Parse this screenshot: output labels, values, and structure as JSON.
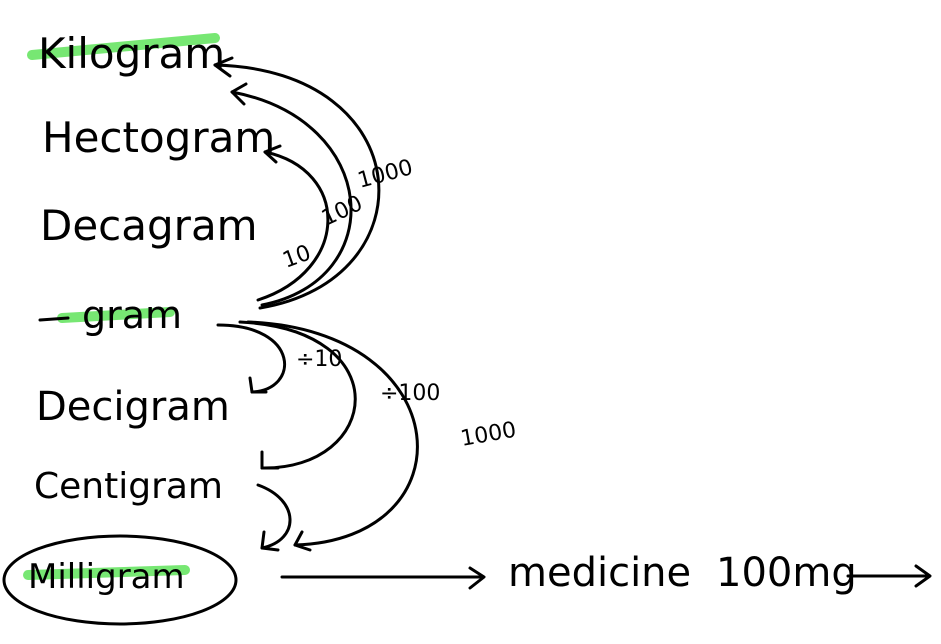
{
  "units": [
    {
      "label": "Kilogram"
    },
    {
      "label": "Hectogram"
    },
    {
      "label": "Decagram"
    },
    {
      "label": "gram"
    },
    {
      "label": "Decigram"
    },
    {
      "label": "Centigram"
    },
    {
      "label": "Milligram"
    }
  ],
  "arrow_labels": {
    "up_10": "10",
    "up_100": "100",
    "up_1000": "1000",
    "down_10": "÷10",
    "down_100": "÷100",
    "down_1000": "1000"
  },
  "note": {
    "medicine": "medicine",
    "dose": "100mg"
  },
  "colors": {
    "highlight": "#5fe35a",
    "ink": "#000000"
  }
}
